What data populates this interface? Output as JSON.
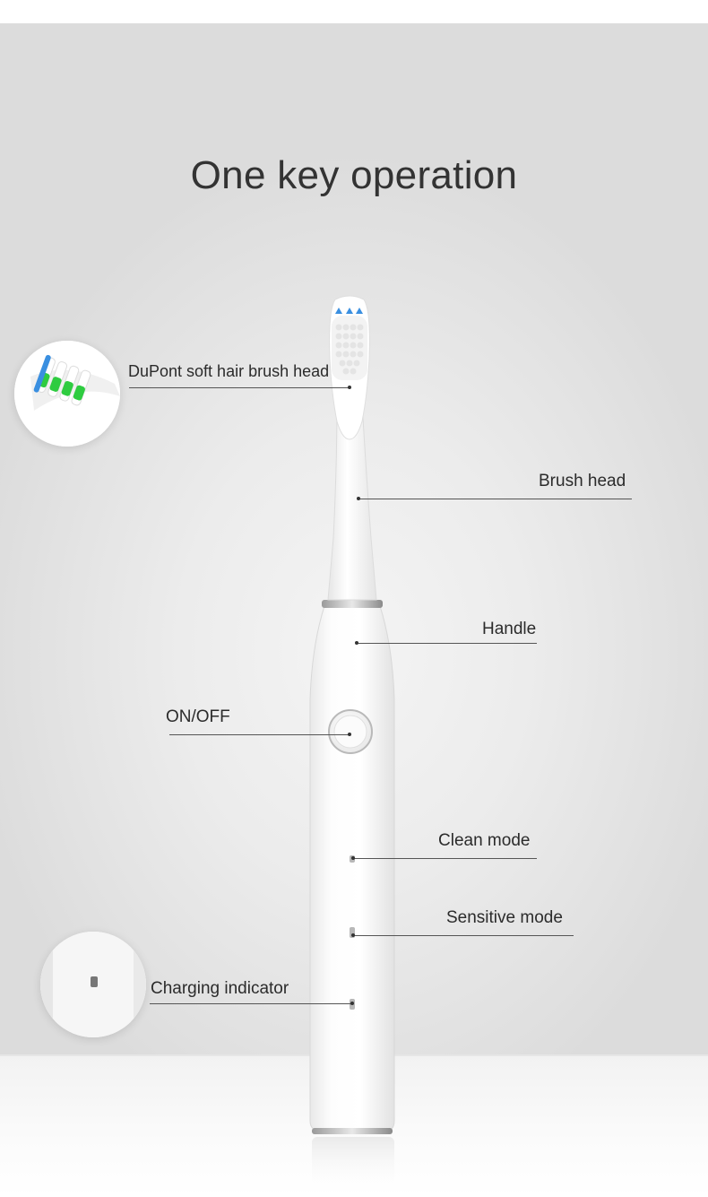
{
  "title": "One key operation",
  "labels": {
    "brush_head_detail": "DuPont soft hair brush head",
    "brush_head": "Brush head",
    "handle": "Handle",
    "on_off": "ON/OFF",
    "clean_mode": "Clean mode",
    "sensitive_mode": "Sensitive mode",
    "charging_indicator": "Charging indicator"
  },
  "colors": {
    "bristle_green": "#2ecc40",
    "bristle_blue": "#3a8fe0",
    "body_white": "#ffffff"
  }
}
